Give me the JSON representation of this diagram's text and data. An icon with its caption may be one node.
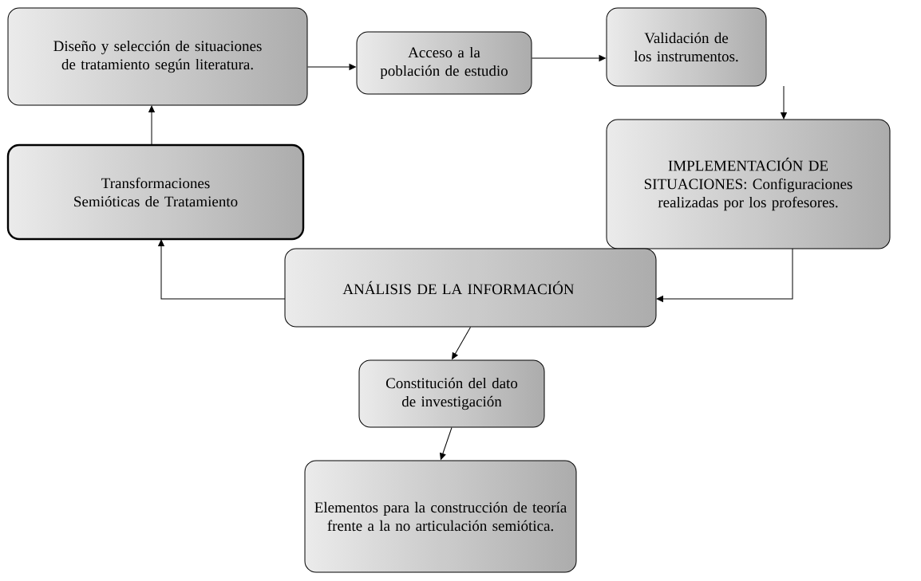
{
  "diagram": {
    "nodes": [
      {
        "text": [
          "Diseño y selección de situaciones de tratamiento según literatura."
        ]
      },
      {
        "text": [
          "Acceso a la población de estudio"
        ]
      },
      {
        "text": [
          "Validación de los instrumentos."
        ]
      },
      {
        "text": [
          "IMPLEMENTACIÓN DE SITUACIONES: Configuraciones realizadas por los profesores."
        ]
      },
      {
        "text": [
          "Transformaciones Semióticas de Tratamiento"
        ]
      },
      {
        "text": [
          "ANÁLISIS DE LA INFORMACIÓN"
        ]
      },
      {
        "text": [
          "Constitución del dato de investigación"
        ]
      },
      {
        "text": [
          "Elementos para la construcción de teoría frente a la no articulación semiótica."
        ]
      }
    ],
    "edges": [
      {
        "from": 0,
        "to": 1,
        "arrow": "to"
      },
      {
        "from": 1,
        "to": 2,
        "arrow": "to"
      },
      {
        "from": 2,
        "to": 3,
        "arrow": "to"
      },
      {
        "from": 3,
        "to": 5,
        "arrow": "to"
      },
      {
        "from": 5,
        "to": 4,
        "arrow": "to"
      },
      {
        "from": 4,
        "to": 0,
        "arrow": "to"
      },
      {
        "from": 5,
        "to": 6,
        "arrow": "to"
      },
      {
        "from": 6,
        "to": 7,
        "arrow": "to"
      }
    ]
  }
}
